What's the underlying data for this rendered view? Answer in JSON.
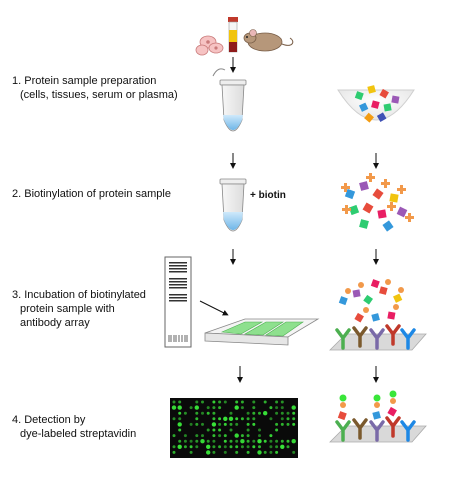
{
  "steps": [
    {
      "lines": [
        "1. Protein sample preparation",
        "(cells, tissues, serum or plasma)"
      ]
    },
    {
      "lines": [
        "2. Biotinylation of protein sample"
      ]
    },
    {
      "lines": [
        "3. Incubation of biotinylated",
        "protein sample with",
        "antibody array"
      ]
    },
    {
      "lines": [
        "4. Detection by",
        "dye-labeled streptavidin"
      ]
    }
  ],
  "biotin_label": "+ biotin",
  "colors": {
    "antibody": [
      "#4caf50",
      "#7b5a2e",
      "#7a6aa8",
      "#c0392b",
      "#1e88e5"
    ],
    "biotin_tag": "#f2994a",
    "array_spot": "#39e639",
    "slide_green": "#8ee08e"
  },
  "icons": [
    "blood-tube-icon",
    "cells-icon",
    "mouse-icon",
    "microtube-icon",
    "protein-dish-icon",
    "slide-icon",
    "antibody-array-icon",
    "fluorescence-scan-icon"
  ]
}
